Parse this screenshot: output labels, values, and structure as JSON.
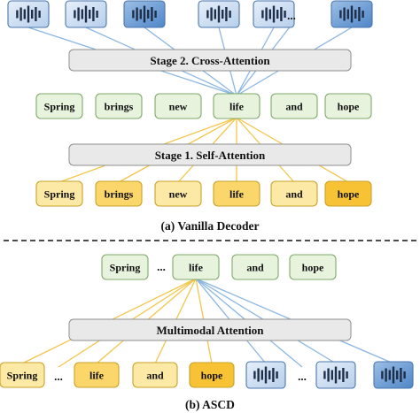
{
  "vanilla": {
    "cross_attention_label": "Stage 2. Cross-Attention",
    "self_attention_label": "Stage 1. Self-Attention",
    "decoder_tokens": [
      "Spring",
      "brings",
      "new",
      "life",
      "and",
      "hope"
    ],
    "input_tokens": [
      "Spring",
      "brings",
      "new",
      "life",
      "and",
      "hope"
    ],
    "ellipsis": "...",
    "caption": "(a) Vanilla Decoder"
  },
  "ascd": {
    "output_tokens": [
      "Spring",
      "life",
      "and",
      "hope"
    ],
    "output_ellipsis": "...",
    "attention_label": "Multimodal Attention",
    "input_tokens": [
      "Spring",
      "life",
      "and",
      "hope"
    ],
    "input_ellipsis_1": "...",
    "input_ellipsis_2": "...",
    "caption": "(b) ASCD"
  },
  "colors": {
    "text_token_fill": "#e8f3de",
    "text_token_stroke": "#7fa86a",
    "audio_fill_light": "#d6e5f5",
    "audio_fill_dark": "#6b9bd2",
    "audio_stroke": "#4a76ad",
    "waveform": "#1f2f4a",
    "yellow_light": "#fde9a6",
    "yellow_mid": "#fbd66a",
    "yellow_strong": "#f7c234",
    "yellow_stroke": "#c9a227",
    "bar_fill": "#e9e9e9",
    "bar_stroke": "#8e8e8e",
    "blue_line": "#8bb6e2",
    "yellow_line": "#f3c54a"
  }
}
